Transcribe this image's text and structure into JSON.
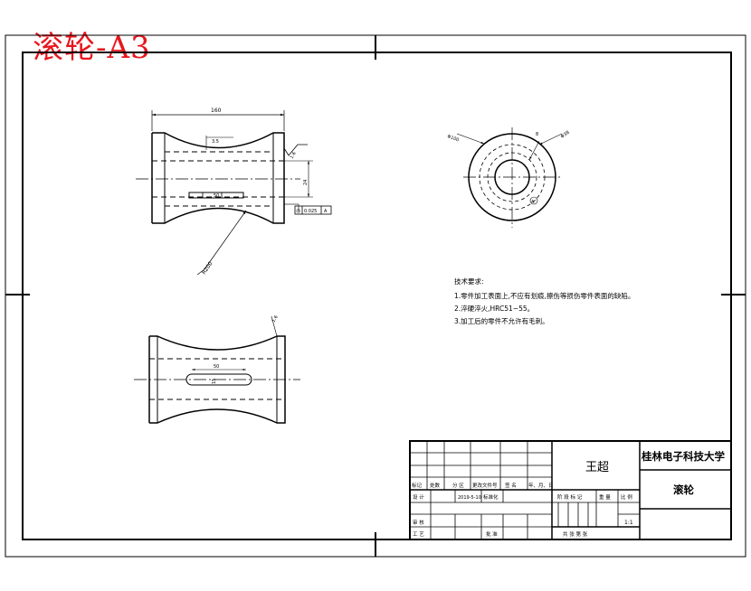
{
  "sheet_stamp": "滚轮-A3",
  "front_view": {
    "dim_length": "160",
    "dim_mark_groove": "3.5",
    "dim_bore": "24",
    "dim_keyway": "50",
    "dim_arc_radius": "R200",
    "roughness": "1.6",
    "tolerance_frame": {
      "symbol": "◎",
      "value": "0.025",
      "datum": "A"
    }
  },
  "bottom_view": {
    "dim_keyway_length": "50",
    "dim_keyway_width": "15",
    "dim_corner": "1.6"
  },
  "end_view": {
    "dim_outer": "Φ100",
    "dim_key": "8",
    "dim_inner": "Φ38",
    "note_marker": "A"
  },
  "tech_requirements": {
    "title": "技术要求:",
    "items": [
      "1.零件加工表面上,不应有划痕,擦伤等损伤零件表面的缺陷。",
      "2.淬硬淬火,HRC51~55。",
      "3.加工后的零件不允许有毛刺。"
    ]
  },
  "title_block": {
    "designer_name": "王超",
    "school": "桂林电子科技大学",
    "part_name": "滚轮",
    "scale_value": "1:1",
    "headers": {
      "mark": "标记",
      "count": "处数",
      "zone": "分 区",
      "change_doc": "更改文件号",
      "signature": "签 名",
      "date": "年、月、日",
      "design": "设 计",
      "design_date": "2019-5-10",
      "standardize": "标准化",
      "stage_mark": "阶 段 标 记",
      "weight": "重 量",
      "scale": "比 例",
      "review": "审 核",
      "process": "工 艺",
      "approve": "批 准",
      "sheets": "共    张  第    张"
    }
  }
}
